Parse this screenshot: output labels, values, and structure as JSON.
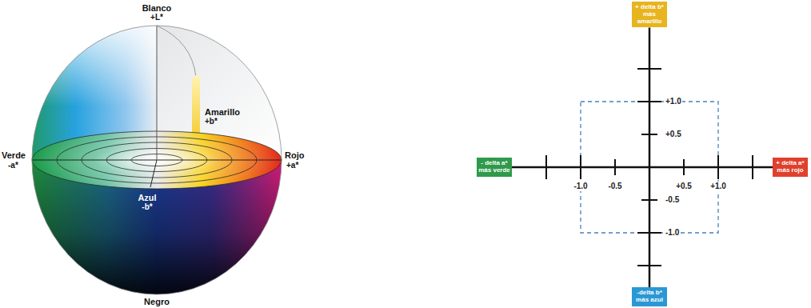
{
  "diagram": {
    "nodes": [
      {
        "text": [
          "+ delta b* más amarillo"
        ]
      },
      {
        "text": [
          "- delta a* más verde"
        ]
      },
      {
        "text": [
          "+ delta a* más rojo"
        ]
      },
      {
        "text": [
          "-delta b* más azul"
        ]
      }
    ],
    "edges": [
      {
        "from": 1,
        "to": 2,
        "arrow": "none"
      },
      {
        "from": 0,
        "to": 3,
        "arrow": "none"
      }
    ],
    "labels": [
      "Blanco",
      "+L*",
      "Amarillo",
      "+b*",
      "Verde",
      "-a*",
      "Rojo",
      "+a*",
      "Azul",
      "-b*",
      "Negro",
      "+1.0",
      "+0.5",
      "-1.0",
      "-0.5",
      "+0.5",
      "+1.0",
      "-0.5",
      "-1.0"
    ]
  }
}
